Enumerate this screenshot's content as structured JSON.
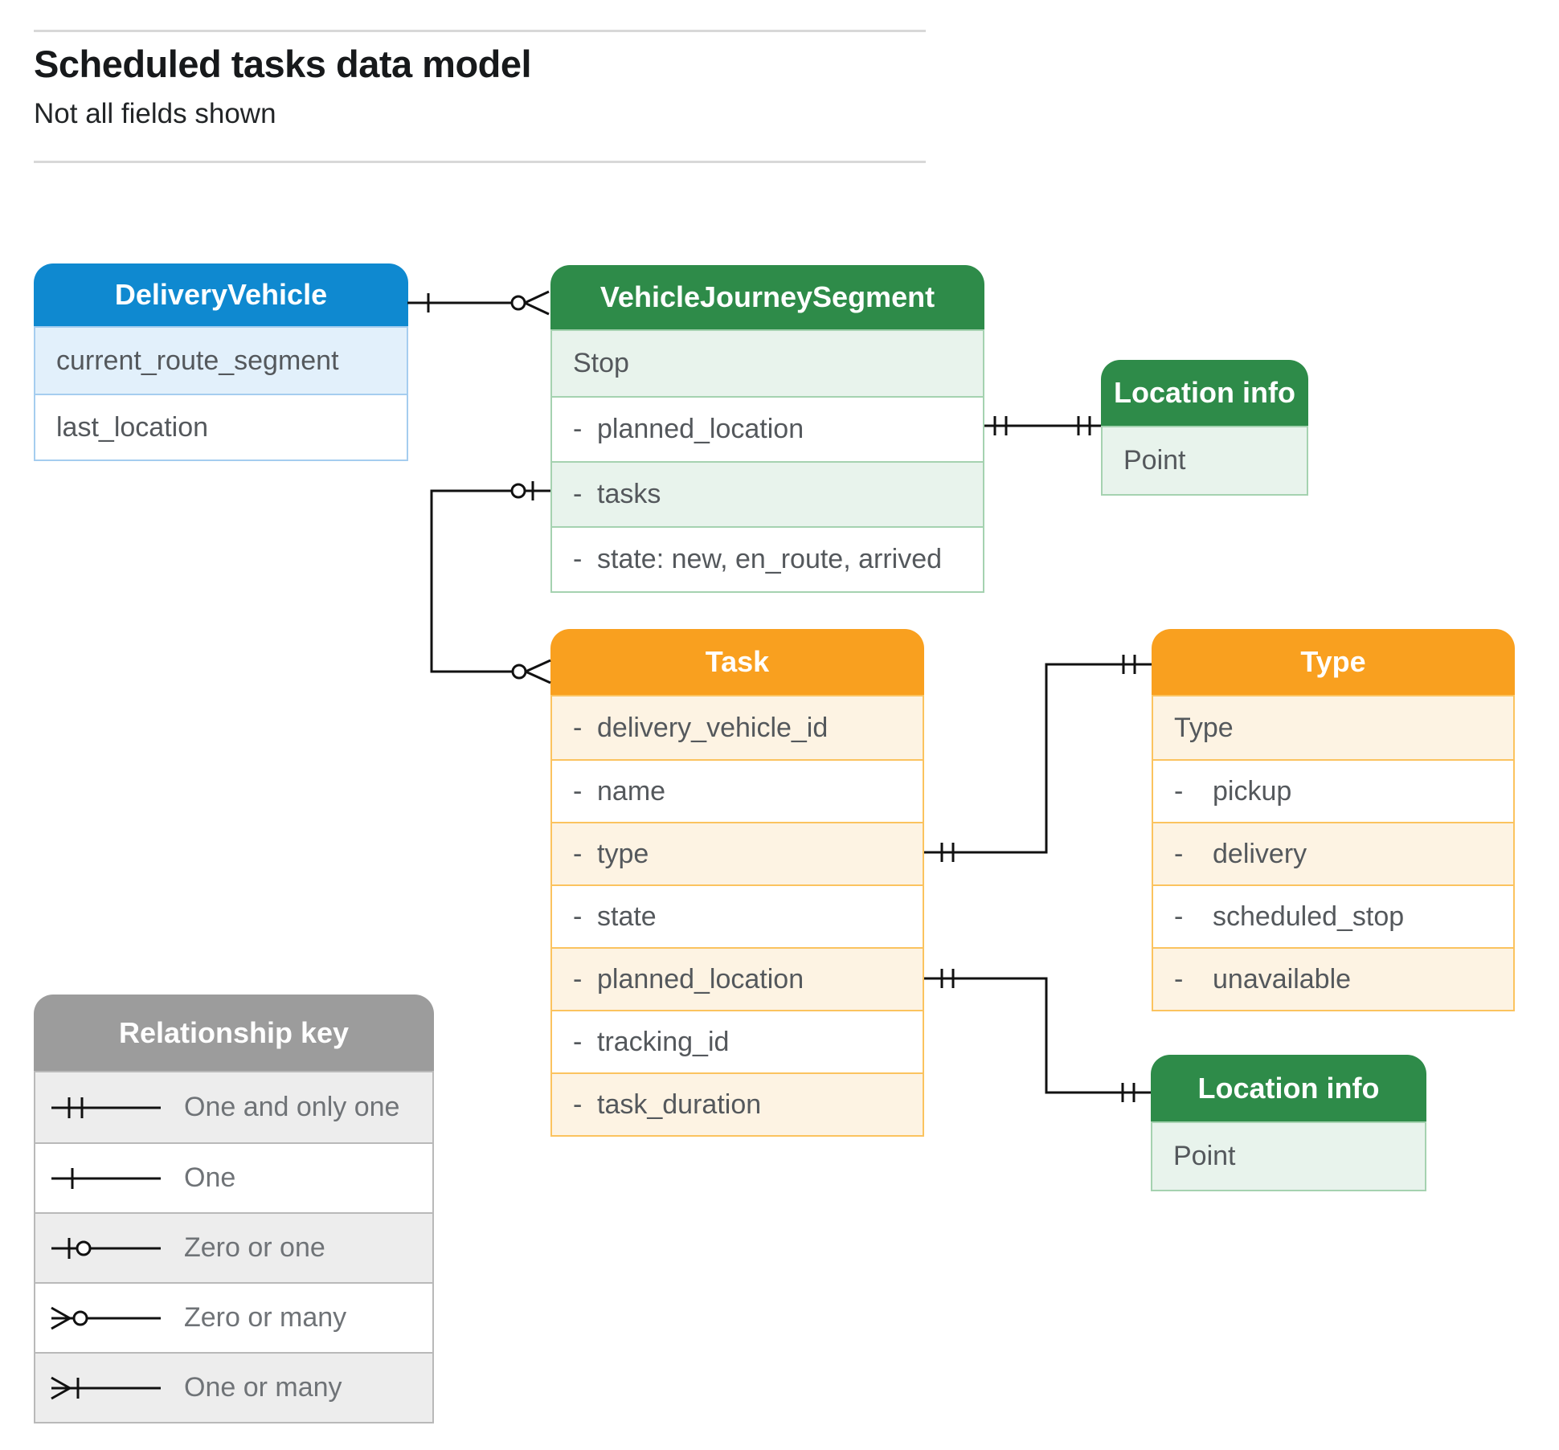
{
  "header": {
    "title": "Scheduled tasks data model",
    "subtitle": "Not all fields shown"
  },
  "colors": {
    "blue_header": "#0F89D0",
    "blue_row": "#E2F0FB",
    "blue_border": "#A5CDEF",
    "green_header": "#2E8B49",
    "green_row": "#E8F3EC",
    "green_border": "#A5D2B0",
    "orange_header": "#F9A01F",
    "orange_row": "#FDF3E3",
    "orange_border": "#FBC35F",
    "gray_header": "#9C9C9C",
    "gray_row": "#EDEDED",
    "gray_border": "#B9B9B9",
    "connector_line": "#111111",
    "field_text": "#54585C",
    "legend_text": "#6F7377",
    "header_text": "#FFFFFF"
  },
  "entities": [
    {
      "id": "delivery-vehicle",
      "title": "DeliveryVehicle",
      "theme": "blue",
      "rows": [
        {
          "label": "current_route_segment",
          "dash": false,
          "shaded": true
        },
        {
          "label": "last_location",
          "dash": false,
          "shaded": false
        }
      ]
    },
    {
      "id": "vehicle-journey-segment",
      "title": "VehicleJourneySegment",
      "theme": "green",
      "rows": [
        {
          "label": "Stop",
          "dash": false,
          "shaded": true
        },
        {
          "label": "planned_location",
          "dash": true,
          "shaded": false
        },
        {
          "label": "tasks",
          "dash": true,
          "shaded": true
        },
        {
          "label": "state: new, en_route, arrived",
          "dash": true,
          "shaded": false
        }
      ]
    },
    {
      "id": "location-info-top",
      "title": "Location info",
      "theme": "green",
      "rows": [
        {
          "label": "Point",
          "dash": false,
          "shaded": true
        }
      ]
    },
    {
      "id": "task",
      "title": "Task",
      "theme": "orange",
      "rows": [
        {
          "label": "delivery_vehicle_id",
          "dash": true,
          "shaded": true
        },
        {
          "label": "name",
          "dash": true,
          "shaded": false
        },
        {
          "label": "type",
          "dash": true,
          "shaded": true
        },
        {
          "label": "state",
          "dash": true,
          "shaded": false
        },
        {
          "label": "planned_location",
          "dash": true,
          "shaded": true
        },
        {
          "label": "tracking_id",
          "dash": true,
          "shaded": false
        },
        {
          "label": "task_duration",
          "dash": true,
          "shaded": true
        }
      ]
    },
    {
      "id": "type",
      "title": "Type",
      "theme": "orange",
      "rows": [
        {
          "label": "Type",
          "dash": false,
          "shaded": true
        },
        {
          "label": "pickup",
          "dash": true,
          "shaded": false
        },
        {
          "label": "delivery",
          "dash": true,
          "shaded": true
        },
        {
          "label": "scheduled_stop",
          "dash": true,
          "shaded": false
        },
        {
          "label": "unavailable",
          "dash": true,
          "shaded": true
        }
      ]
    },
    {
      "id": "location-info-bottom",
      "title": "Location info",
      "theme": "green",
      "rows": [
        {
          "label": "Point",
          "dash": false,
          "shaded": true
        }
      ]
    }
  ],
  "legend": {
    "title": "Relationship key",
    "items": [
      {
        "symbol": "one-and-only-one",
        "label": "One and only one"
      },
      {
        "symbol": "one",
        "label": "One"
      },
      {
        "symbol": "zero-or-one",
        "label": "Zero or one"
      },
      {
        "symbol": "zero-or-many",
        "label": "Zero or many"
      },
      {
        "symbol": "one-or-many",
        "label": "One or many"
      }
    ]
  },
  "connectors": [
    {
      "from": "DeliveryVehicle",
      "to": "VehicleJourneySegment",
      "from_cardinality": "one",
      "to_cardinality": "zero-or-many"
    },
    {
      "from": "VehicleJourneySegment.tasks",
      "to": "Task",
      "from_cardinality": "zero-or-one",
      "to_cardinality": "zero-or-many"
    },
    {
      "from": "VehicleJourneySegment.planned_location",
      "to": "Location info",
      "from_cardinality": "one-and-only-one",
      "to_cardinality": "one-and-only-one"
    },
    {
      "from": "Task.type",
      "to": "Type",
      "from_cardinality": "one-and-only-one",
      "to_cardinality": "one-and-only-one"
    },
    {
      "from": "Task.planned_location",
      "to": "Location info",
      "from_cardinality": "one-and-only-one",
      "to_cardinality": "one-and-only-one"
    }
  ]
}
